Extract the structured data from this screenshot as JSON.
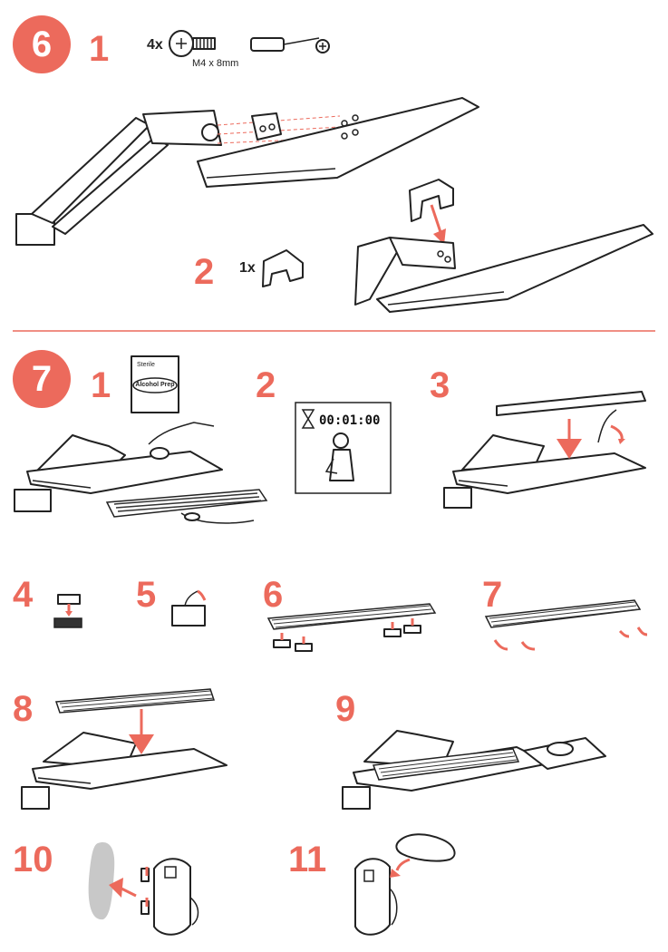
{
  "step6": {
    "label": "6",
    "sub1": {
      "label": "1",
      "screw_qty": "4x",
      "screw_size": "M4 x 8mm"
    },
    "sub2": {
      "label": "2",
      "bracket_qty": "1x"
    }
  },
  "step7": {
    "label": "7",
    "sub1": {
      "label": "1",
      "wipe_top": "Sterile",
      "wipe_brand": "Alcohol Prep"
    },
    "sub2": {
      "label": "2",
      "timer": "00:01:00"
    },
    "sub3": {
      "label": "3"
    },
    "sub4": {
      "label": "4"
    },
    "sub5": {
      "label": "5"
    },
    "sub6": {
      "label": "6"
    },
    "sub7": {
      "label": "7"
    },
    "sub8": {
      "label": "8"
    },
    "sub9": {
      "label": "9"
    },
    "sub10": {
      "label": "10"
    },
    "sub11": {
      "label": "11"
    }
  },
  "colors": {
    "accent": "#ec6a5c",
    "line": "#222222",
    "divider": "#ec6a5c",
    "grey": "#c8c8c8"
  }
}
